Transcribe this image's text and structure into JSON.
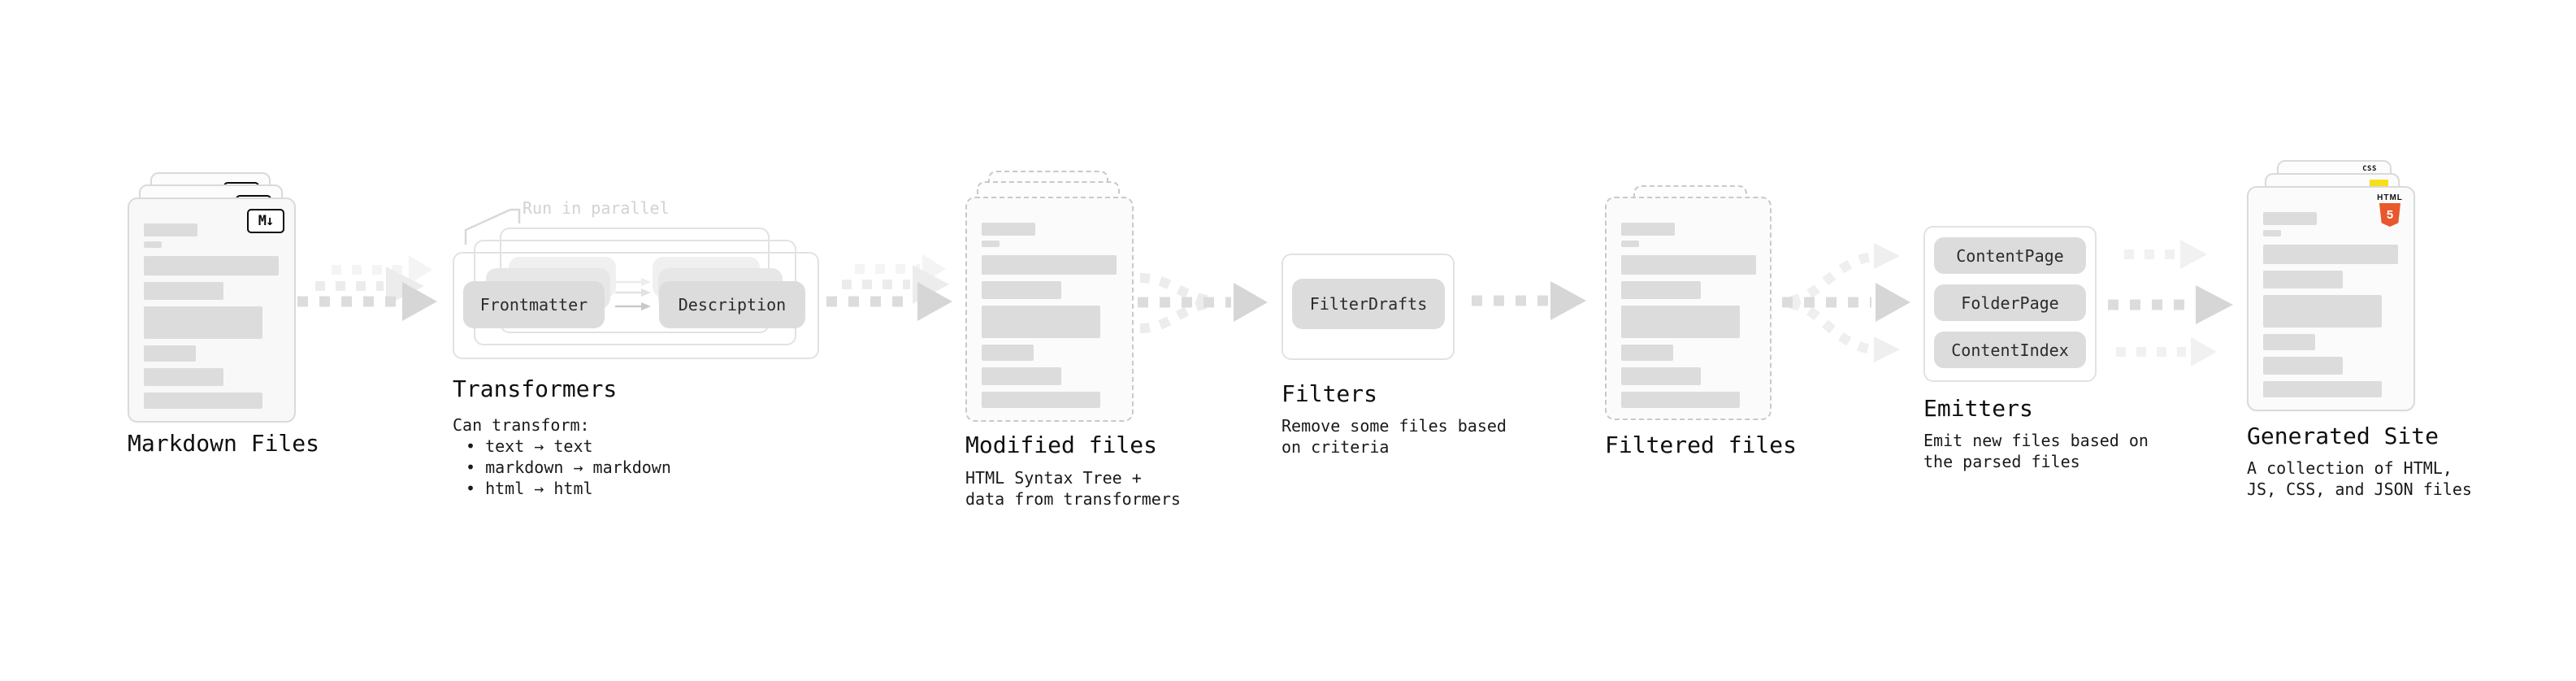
{
  "diagram": {
    "stages": {
      "markdown_files": {
        "title": "Markdown Files",
        "badge_label": "M↓"
      },
      "transformers": {
        "title": "Transformers",
        "note": "Run in parallel",
        "pill_left": "Frontmatter",
        "pill_right": "Description",
        "desc_heading": "Can transform:",
        "bullets": [
          "• text → text",
          "• markdown → markdown",
          "• html → html"
        ]
      },
      "modified_files": {
        "title": "Modified files",
        "description": [
          "HTML Syntax Tree +",
          "data from transformers"
        ]
      },
      "filters": {
        "title": "Filters",
        "pill": "FilterDrafts",
        "description": [
          "Remove some files based",
          "on criteria"
        ]
      },
      "filtered_files": {
        "title": "Filtered files"
      },
      "emitters": {
        "title": "Emitters",
        "pills": [
          "ContentPage",
          "FolderPage",
          "ContentIndex"
        ],
        "description": [
          "Emit new files based on",
          "the parsed files"
        ]
      },
      "generated_site": {
        "title": "Generated Site",
        "badges": {
          "css": "CSS",
          "html": "HTML",
          "html_number": "5"
        },
        "description": [
          "A collection of HTML,",
          "JS, CSS, and JSON files"
        ]
      }
    },
    "colors": {
      "arrow_gray": "#d6d6d6",
      "arrow_ghost": "#ececec",
      "pill_gray": "#dcdcdc",
      "html5_orange": "#e8582c",
      "js_yellow": "#f7df1e",
      "css_blue": "#2457e6"
    }
  }
}
